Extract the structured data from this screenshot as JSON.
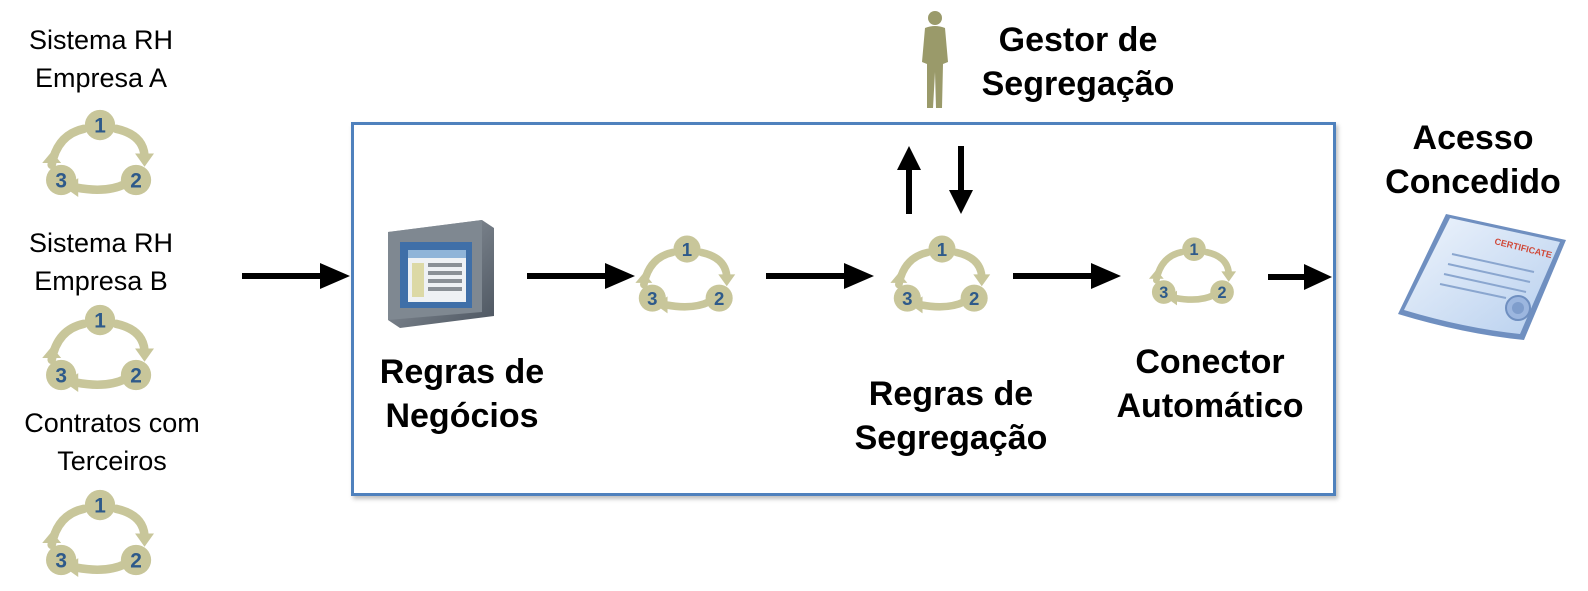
{
  "sources": [
    {
      "label_line1": "Sistema RH",
      "label_line2": "Empresa A"
    },
    {
      "label_line1": "Sistema RH",
      "label_line2": "Empresa B"
    },
    {
      "label_line1": "Contratos com",
      "label_line2": "Terceiros"
    }
  ],
  "cycle_steps": [
    "1",
    "2",
    "3"
  ],
  "steps": {
    "business_rules": {
      "line1": "Regras de",
      "line2": "Negócios"
    },
    "segregation_rules": {
      "line1": "Regras de",
      "line2": "Segregação"
    },
    "connector": {
      "line1": "Conector",
      "line2": "Automático"
    }
  },
  "manager": {
    "line1": "Gestor de",
    "line2": "Segregação"
  },
  "result": {
    "line1": "Acesso",
    "line2": "Concedido",
    "certificate_text": "CERTIFICATE"
  },
  "colors": {
    "box_border": "#4f81bd",
    "cycle_fill": "#c8c69a",
    "cycle_number": "#2e5a8a",
    "person": "#9a9a6a",
    "arrow": "#000000"
  }
}
